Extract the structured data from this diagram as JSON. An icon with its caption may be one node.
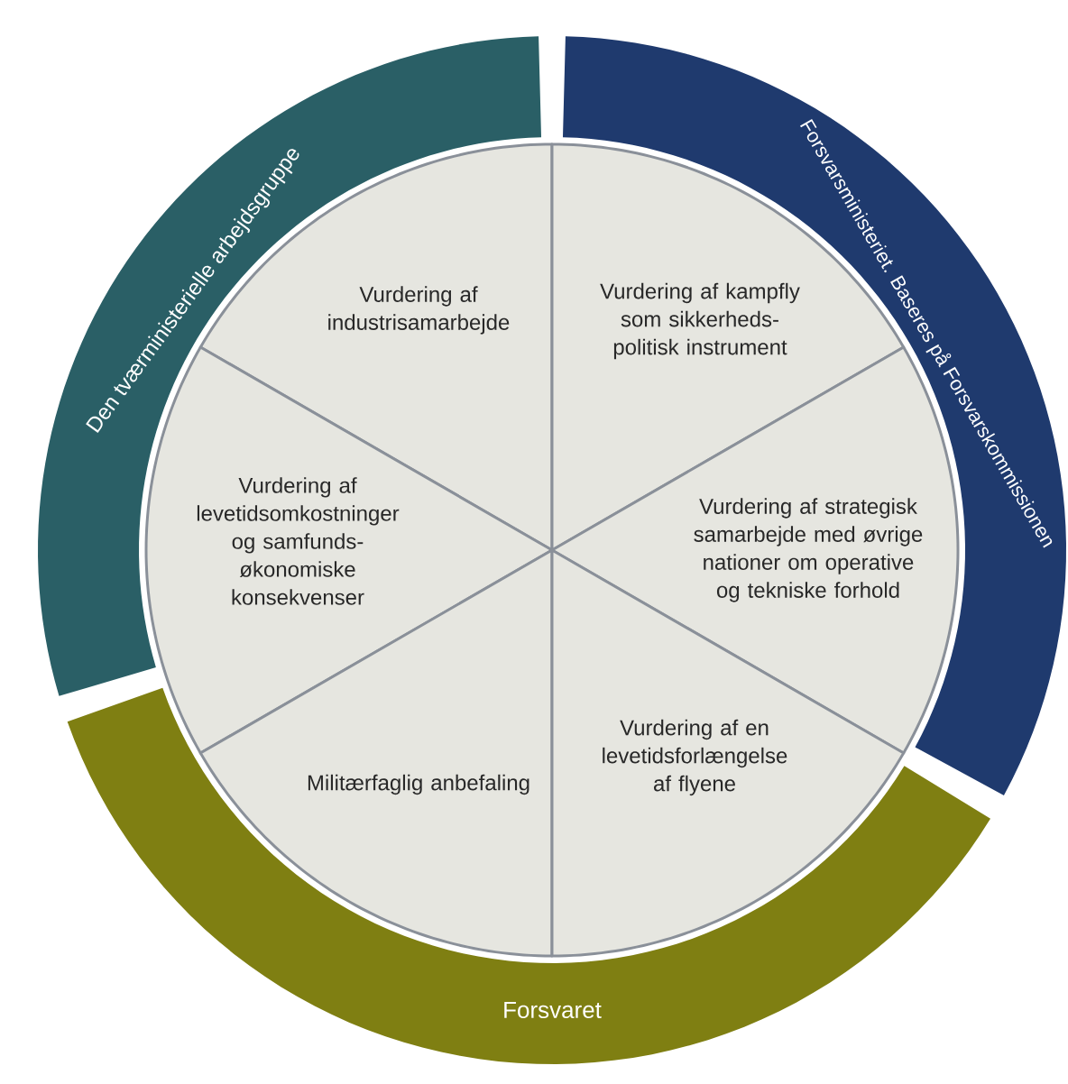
{
  "diagram": {
    "nodes": [
      {
        "text": [
          "Den tværministerielle arbejdsgruppe"
        ]
      },
      {
        "text": [
          "Forsvarsministeriet. Baseres på Forsvarskommissionen"
        ]
      },
      {
        "text": [
          "Vurdering af industrisamarbejde"
        ]
      },
      {
        "text": [
          "Vurdering af kampfly som sikkerheds- politisk instrument"
        ]
      },
      {
        "text": [
          "Vurdering af levetidsomkostninger og samfunds- økonomiske konsekvenser"
        ]
      },
      {
        "text": [
          "Vurdering af strategisk samarbejde med øvrige nationer om operative og tekniske forhold"
        ]
      },
      {
        "text": [
          "Militærfaglig anbefaling"
        ]
      },
      {
        "text": [
          "Vurdering af en levetidsforlængelse af flyene"
        ]
      },
      {
        "text": [
          "Forsvaret"
        ]
      }
    ]
  }
}
